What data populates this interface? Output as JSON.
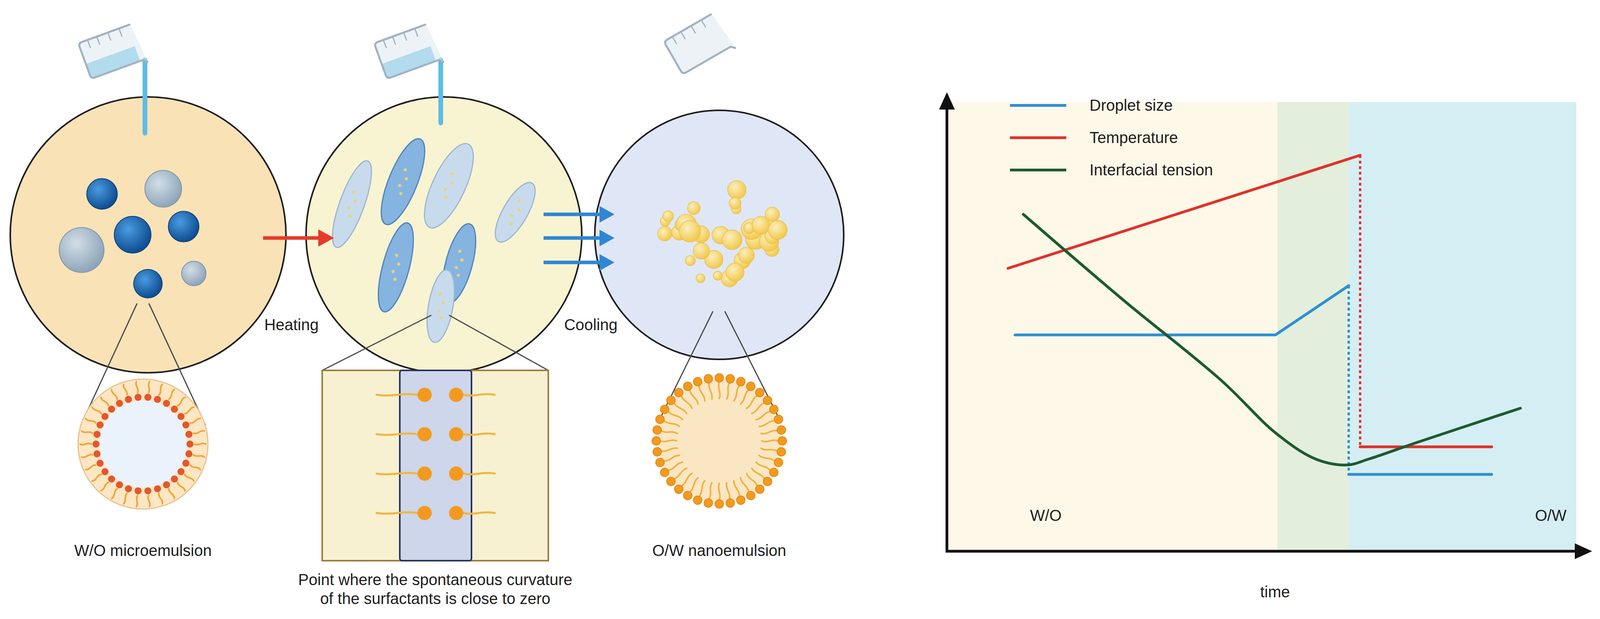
{
  "diagram": {
    "nodes": [
      {
        "text": [
          "W/O microemulsion"
        ]
      },
      {
        "text": [
          "Point where the spontaneous curvature of the surfactants is close to zero"
        ]
      },
      {
        "text": [
          "O/W nanoemulsion"
        ]
      }
    ],
    "labels": [
      "Heating",
      "Cooling",
      "W/O",
      "O/W",
      "time"
    ],
    "legend": [
      {
        "text": "Droplet size"
      },
      {
        "text": "Temperature"
      },
      {
        "text": "Interfacial tension"
      }
    ]
  }
}
